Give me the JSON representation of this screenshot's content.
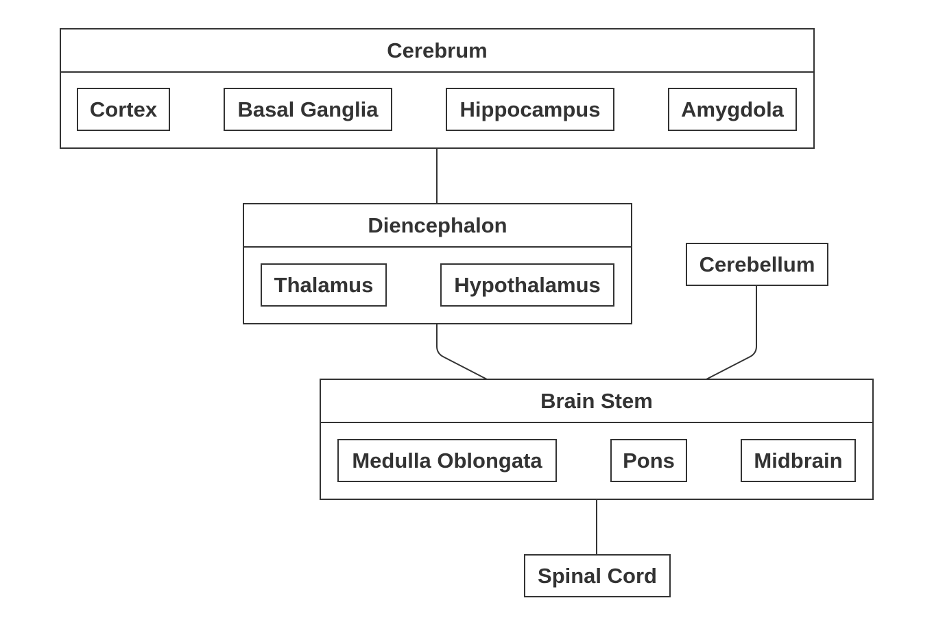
{
  "diagram": {
    "groups": {
      "cerebrum": {
        "title": "Cerebrum",
        "children": [
          "Cortex",
          "Basal Ganglia",
          "Hippocampus",
          "Amygdola"
        ]
      },
      "diencephalon": {
        "title": "Diencephalon",
        "children": [
          "Thalamus",
          "Hypothalamus"
        ]
      },
      "brain_stem": {
        "title": "Brain Stem",
        "children": [
          "Medulla Oblongata",
          "Pons",
          "Midbrain"
        ]
      }
    },
    "nodes": {
      "cerebellum": "Cerebellum",
      "spinal_cord": "Spinal Cord"
    },
    "edges": [
      {
        "from": "Cerebrum",
        "to": "Diencephalon"
      },
      {
        "from": "Diencephalon",
        "to": "Brain Stem"
      },
      {
        "from": "Cerebellum",
        "to": "Brain Stem"
      },
      {
        "from": "Brain Stem",
        "to": "Spinal Cord"
      }
    ],
    "colors": {
      "stroke": "#333333",
      "text": "#333333",
      "background": "#ffffff"
    }
  }
}
